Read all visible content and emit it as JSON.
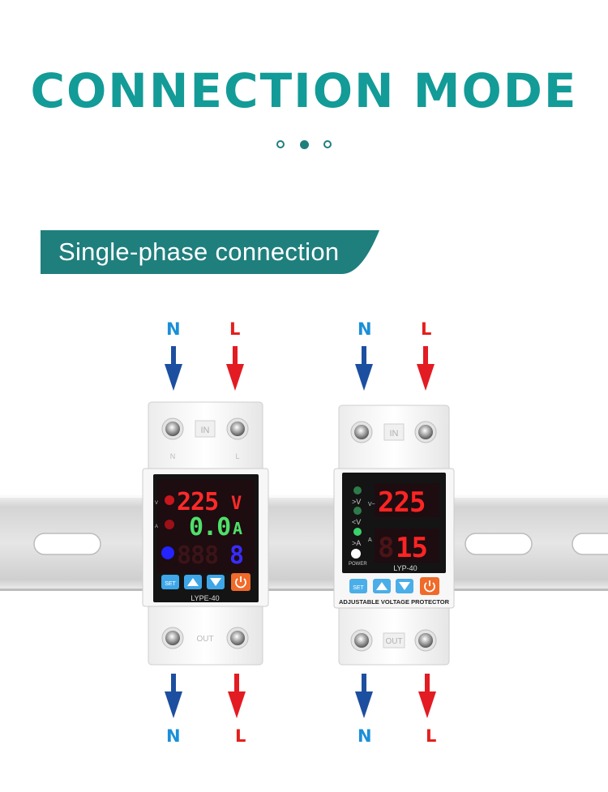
{
  "header": {
    "title": "CONNECTION MODE"
  },
  "pager": {
    "count": 3,
    "active_index": 1
  },
  "banner": {
    "text": "Single-phase connection"
  },
  "wiring": {
    "neutral_label": "N",
    "line_label": "L",
    "neutral_color": "#1d4fa0",
    "line_color": "#e31b23"
  },
  "device_left": {
    "model": "LYPE-40",
    "voltage_reading": "225",
    "voltage_unit": "V",
    "current_reading": "0.0",
    "current_unit": "A",
    "power_reading": "8",
    "terminal_top_label": "IN",
    "terminal_bottom_label": "OUT",
    "terminal_n": "N",
    "terminal_l": "L",
    "side_v": "V",
    "side_a": "A",
    "buttons": {
      "set": "SET",
      "up": "up-arrow",
      "down": "down-arrow",
      "power": "power-icon"
    }
  },
  "device_right": {
    "model": "LYP-40",
    "voltage_reading": "225",
    "current_reading": "15",
    "caption": "ADJUSTABLE VOLTAGE PROTECTOR",
    "terminal_top_label": "IN",
    "terminal_bottom_label": "OUT",
    "indicators": [
      ">V",
      "<V",
      ">A",
      "POWER"
    ],
    "buttons": {
      "set": "SET",
      "up": "up-arrow",
      "down": "down-arrow",
      "power": "power-icon"
    }
  }
}
